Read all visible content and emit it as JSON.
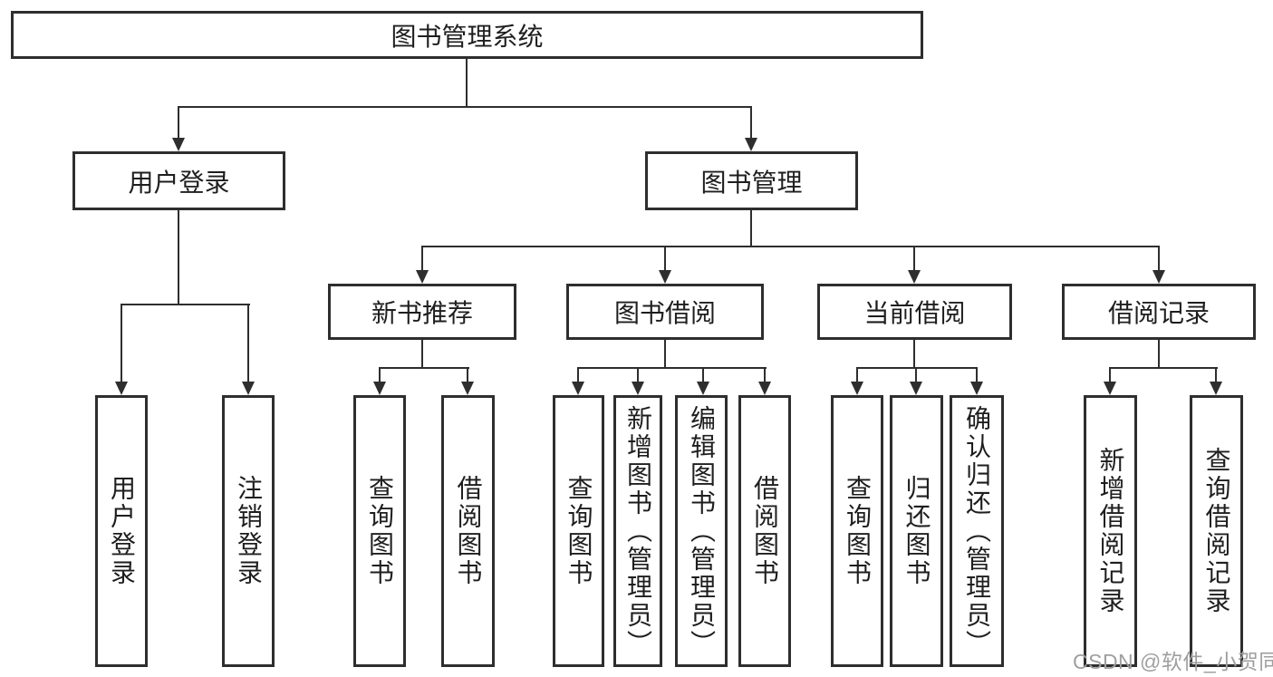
{
  "tree": {
    "label": "图书管理系统",
    "children": [
      {
        "label": "用户登录",
        "children": [
          {
            "label": "用户登录"
          },
          {
            "label": "注销登录"
          }
        ]
      },
      {
        "label": "图书管理",
        "children": [
          {
            "label": "新书推荐",
            "children": [
              {
                "label": "查询图书"
              },
              {
                "label": "借阅图书"
              }
            ]
          },
          {
            "label": "图书借阅",
            "children": [
              {
                "label": "查询图书"
              },
              {
                "label": "新增图书（管理员）"
              },
              {
                "label": "编辑图书（管理员）"
              },
              {
                "label": "借阅图书"
              }
            ]
          },
          {
            "label": "当前借阅",
            "children": [
              {
                "label": "查询图书"
              },
              {
                "label": "归还图书"
              },
              {
                "label": "确认归还（管理员）"
              }
            ]
          },
          {
            "label": "借阅记录",
            "children": [
              {
                "label": "新增借阅记录"
              },
              {
                "label": "查询借阅记录"
              }
            ]
          }
        ]
      }
    ]
  },
  "watermark": "CSDN @软件_小贺同学",
  "colors": {
    "line": "#2e2e2e",
    "text": "#1e1e1e",
    "background": "#ffffff",
    "watermark": "#9f9f9f"
  }
}
